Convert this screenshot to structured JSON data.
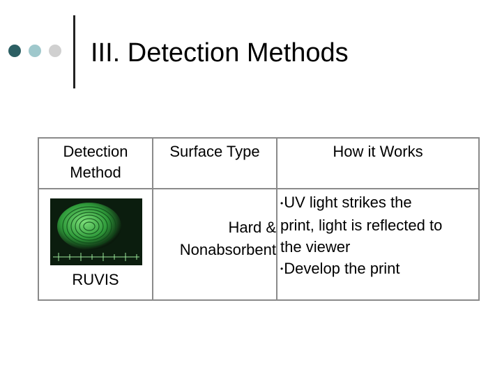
{
  "slide": {
    "title": "III. Detection Methods",
    "colors": {
      "dot1": "#2c5f63",
      "dot2": "#9fc8cc",
      "dot3": "#d0d0d0",
      "rule": "#222222",
      "table_border": "#8a8a8a"
    }
  },
  "table": {
    "headers": {
      "method": "Detection Method",
      "surface": "Surface Type",
      "works": "How it Works"
    },
    "row": {
      "method_label": "RUVIS",
      "method_image_icon": "fingerprint-photo-icon",
      "surface_line1": "Hard &",
      "surface_line2": "Nonabsorbent",
      "bullet1_line1": "UV light strikes the",
      "bullet1_line2": "print, light is reflected to",
      "bullet1_line3": "the viewer",
      "bullet2": "Develop the print"
    }
  }
}
